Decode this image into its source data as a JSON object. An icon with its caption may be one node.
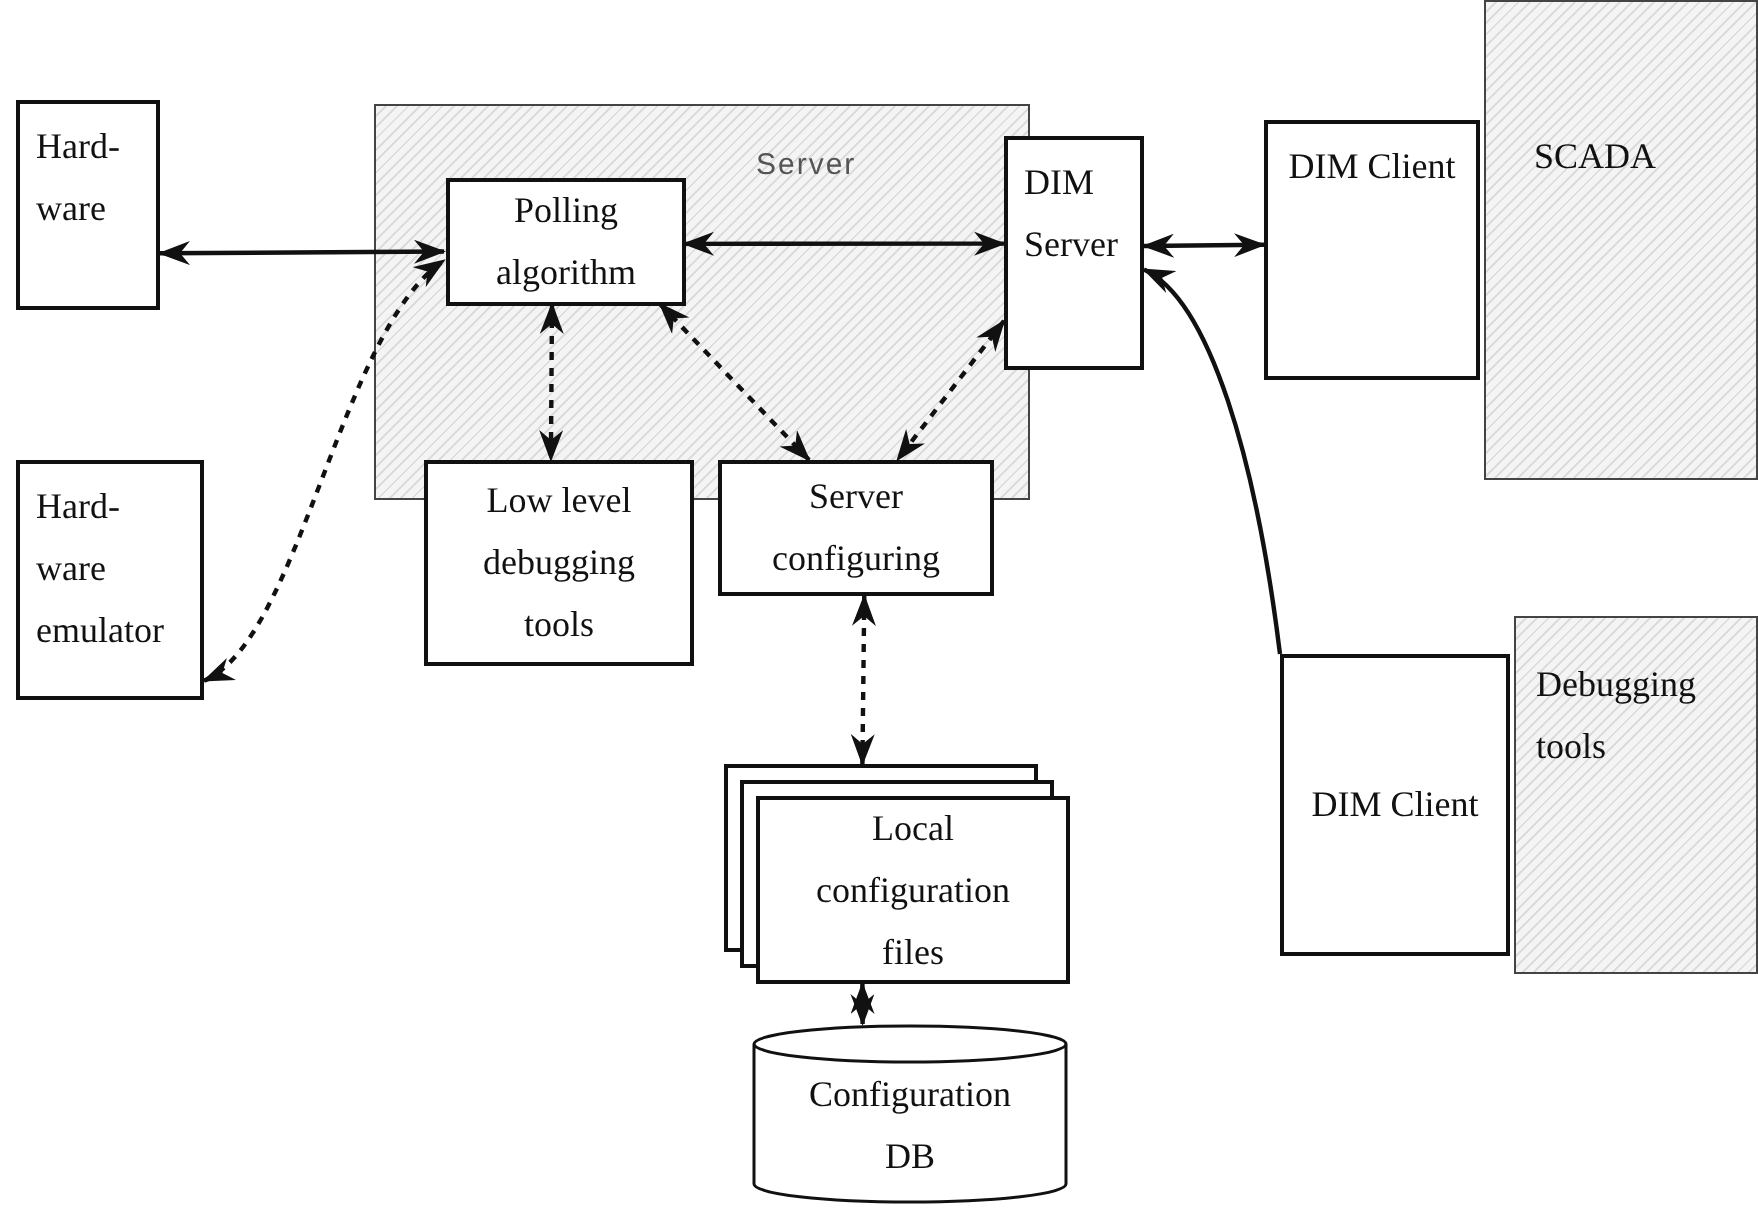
{
  "diagram": {
    "nodes": [
      {
        "text": [
          "Hard- ware"
        ]
      },
      {
        "text": [
          "Hard- ware emulator"
        ]
      },
      {
        "text": [
          "Server"
        ]
      },
      {
        "text": [
          "Polling algorithm"
        ],
        "in": 2
      },
      {
        "text": [
          "DIM Server"
        ]
      },
      {
        "text": [
          "Low level debugging tools"
        ]
      },
      {
        "text": [
          "Server configuring"
        ]
      },
      {
        "text": [
          "SCADA"
        ]
      },
      {
        "text": [
          "DIM Client"
        ]
      },
      {
        "text": [
          "Debugging tools"
        ]
      },
      {
        "text": [
          "DIM Client"
        ]
      },
      {
        "text": [
          "Local configuration files"
        ]
      },
      {
        "text": [
          "Configuration DB"
        ]
      }
    ],
    "edges": [
      {
        "from": 0,
        "to": 3,
        "arrow": "both"
      },
      {
        "from": 1,
        "to": 3,
        "arrow": "both",
        "style": "dashed"
      },
      {
        "from": 3,
        "to": 4,
        "arrow": "both"
      },
      {
        "from": 4,
        "to": 8,
        "arrow": "both"
      },
      {
        "from": 10,
        "to": 4,
        "arrow": "to"
      },
      {
        "from": 3,
        "to": 5,
        "arrow": "both",
        "style": "dashed"
      },
      {
        "from": 3,
        "to": 6,
        "arrow": "both",
        "style": "dashed"
      },
      {
        "from": 4,
        "to": 6,
        "arrow": "both",
        "style": "dashed"
      },
      {
        "from": 6,
        "to": 11,
        "arrow": "both",
        "style": "dashed"
      },
      {
        "from": 11,
        "to": 12,
        "arrow": "both"
      }
    ]
  }
}
